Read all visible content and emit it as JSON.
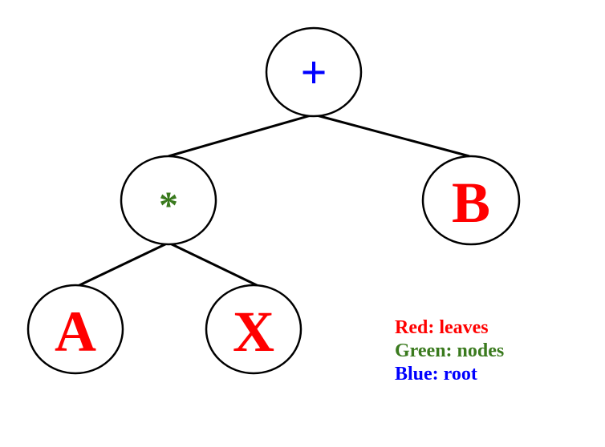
{
  "tree": {
    "root": {
      "label": "+",
      "color": "#0000ff"
    },
    "operator": {
      "label": "*",
      "color": "#3a7a1e"
    },
    "leaves": [
      {
        "label": "A",
        "color": "#ff0000"
      },
      {
        "label": "X",
        "color": "#ff0000"
      },
      {
        "label": "B",
        "color": "#ff0000"
      }
    ]
  },
  "legend": {
    "items": [
      {
        "text": "Red: leaves",
        "color": "#ff0000"
      },
      {
        "text": "Green: nodes",
        "color": "#3a7a1e"
      },
      {
        "text": "Blue: root",
        "color": "#0000ff"
      }
    ]
  }
}
